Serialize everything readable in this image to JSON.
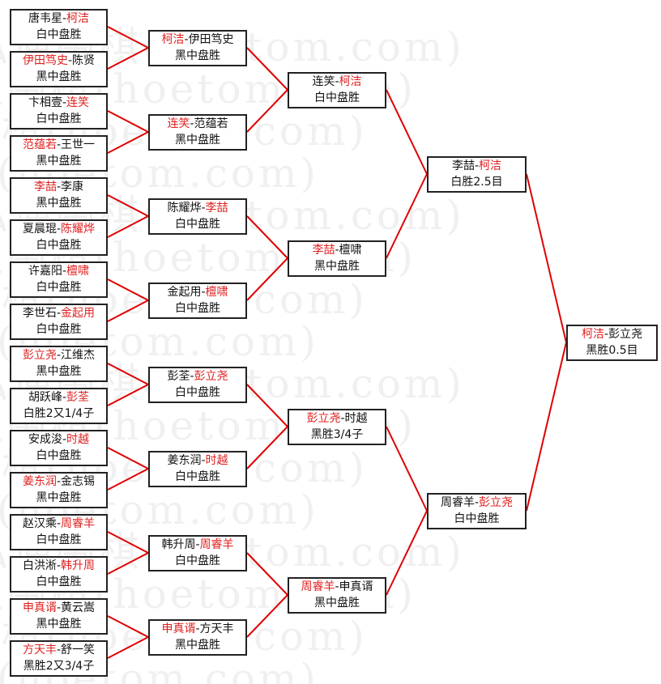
{
  "watermark": "弘通围棋(hoetom.com)",
  "colors": {
    "winner": "#e02020",
    "connector": "#e00000",
    "border": "#222222"
  },
  "rounds": [
    [
      {
        "players": [
          "唐韦星",
          "柯洁"
        ],
        "winner": 1,
        "result": "白中盘胜"
      },
      {
        "players": [
          "伊田笃史",
          "陈贤"
        ],
        "winner": 0,
        "result": "黑中盘胜"
      },
      {
        "players": [
          "卞相壹",
          "连笑"
        ],
        "winner": 1,
        "result": "白中盘胜"
      },
      {
        "players": [
          "范蕴若",
          "王世一"
        ],
        "winner": 0,
        "result": "黑中盘胜"
      },
      {
        "players": [
          "李喆",
          "李康"
        ],
        "winner": 0,
        "result": "黑中盘胜"
      },
      {
        "players": [
          "夏晨琨",
          "陈耀烨"
        ],
        "winner": 1,
        "result": "白中盘胜"
      },
      {
        "players": [
          "许嘉阳",
          "檀啸"
        ],
        "winner": 1,
        "result": "白中盘胜"
      },
      {
        "players": [
          "李世石",
          "金起用"
        ],
        "winner": 1,
        "result": "白中盘胜"
      },
      {
        "players": [
          "彭立尧",
          "江维杰"
        ],
        "winner": 0,
        "result": "黑中盘胜"
      },
      {
        "players": [
          "胡跃峰",
          "彭荃"
        ],
        "winner": 1,
        "result": "白胜2又1/4子"
      },
      {
        "players": [
          "安成浚",
          "时越"
        ],
        "winner": 1,
        "result": "白中盘胜"
      },
      {
        "players": [
          "姜东润",
          "金志锡"
        ],
        "winner": 0,
        "result": "黑中盘胜"
      },
      {
        "players": [
          "赵汉乘",
          "周睿羊"
        ],
        "winner": 1,
        "result": "白中盘胜"
      },
      {
        "players": [
          "白洪淅",
          "韩升周"
        ],
        "winner": 1,
        "result": "白中盘胜"
      },
      {
        "players": [
          "申真谞",
          "黄云嵩"
        ],
        "winner": 0,
        "result": "黑中盘胜"
      },
      {
        "players": [
          "方天丰",
          "舒一笑"
        ],
        "winner": 0,
        "result": "黑胜2又3/4子"
      }
    ],
    [
      {
        "players": [
          "柯洁",
          "伊田笃史"
        ],
        "winner": 0,
        "result": "黑中盘胜"
      },
      {
        "players": [
          "连笑",
          "范蕴若"
        ],
        "winner": 0,
        "result": "黑中盘胜"
      },
      {
        "players": [
          "陈耀烨",
          "李喆"
        ],
        "winner": 1,
        "result": "白中盘胜"
      },
      {
        "players": [
          "金起用",
          "檀啸"
        ],
        "winner": 1,
        "result": "白中盘胜"
      },
      {
        "players": [
          "彭荃",
          "彭立尧"
        ],
        "winner": 1,
        "result": "白中盘胜"
      },
      {
        "players": [
          "姜东润",
          "时越"
        ],
        "winner": 1,
        "result": "白中盘胜"
      },
      {
        "players": [
          "韩升周",
          "周睿羊"
        ],
        "winner": 1,
        "result": "白中盘胜"
      },
      {
        "players": [
          "申真谞",
          "方天丰"
        ],
        "winner": 0,
        "result": "黑中盘胜"
      }
    ],
    [
      {
        "players": [
          "连笑",
          "柯洁"
        ],
        "winner": 1,
        "result": "白中盘胜"
      },
      {
        "players": [
          "李喆",
          "檀啸"
        ],
        "winner": 0,
        "result": "黑中盘胜"
      },
      {
        "players": [
          "彭立尧",
          "时越"
        ],
        "winner": 0,
        "result": "黑胜3/4子"
      },
      {
        "players": [
          "周睿羊",
          "申真谞"
        ],
        "winner": 0,
        "result": "黑中盘胜"
      }
    ],
    [
      {
        "players": [
          "李喆",
          "柯洁"
        ],
        "winner": 1,
        "result": "白胜2.5目"
      },
      {
        "players": [
          "周睿羊",
          "彭立尧"
        ],
        "winner": 1,
        "result": "白中盘胜"
      }
    ],
    [
      {
        "players": [
          "柯洁",
          "彭立尧"
        ],
        "winner": 0,
        "result": "黑胜0.5目"
      }
    ]
  ]
}
